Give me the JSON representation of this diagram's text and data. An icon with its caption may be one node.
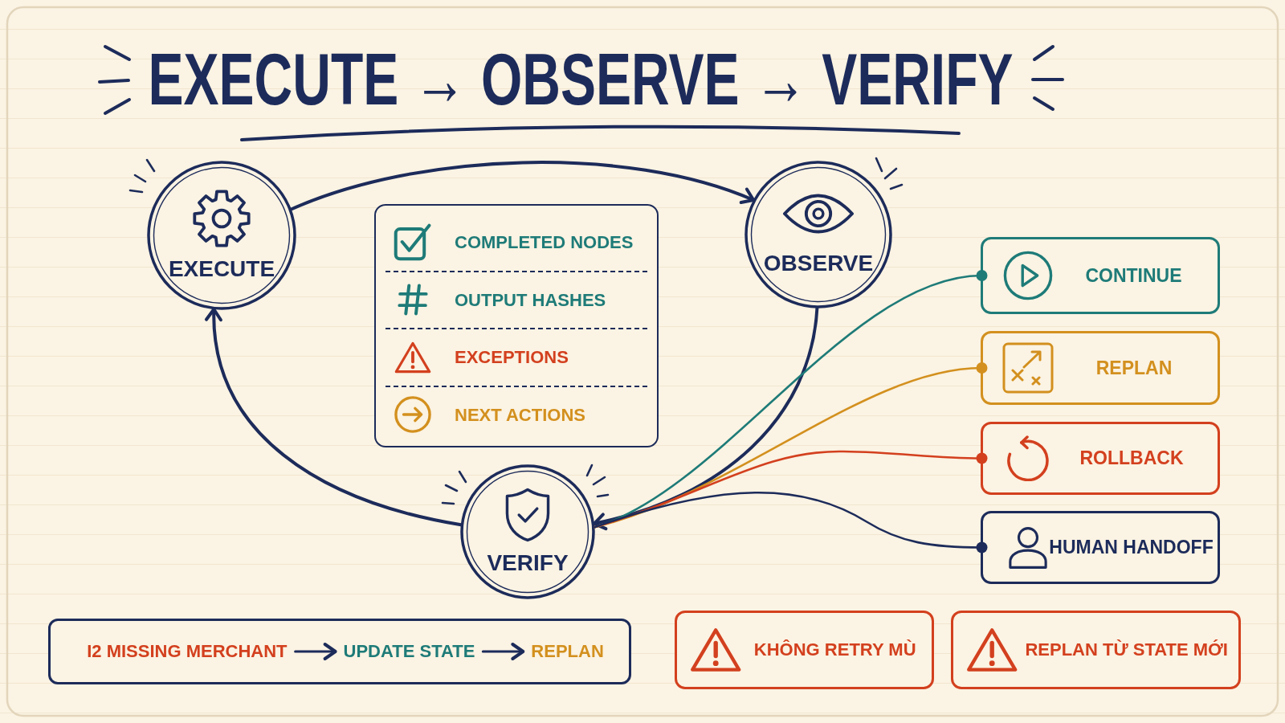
{
  "diagram": {
    "title": "EXECUTE → OBSERVE → VERIFY",
    "nodes": [
      {
        "text": [
          "EXECUTE"
        ]
      },
      {
        "text": [
          "OBSERVE"
        ]
      },
      {
        "text": [
          "VERIFY"
        ]
      },
      {
        "text": [
          "COMPLETED NODES",
          "OUTPUT HASHES",
          "EXCEPTIONS",
          "NEXT ACTIONS"
        ]
      },
      {
        "text": [
          "CONTINUE"
        ]
      },
      {
        "text": [
          "REPLAN"
        ]
      },
      {
        "text": [
          "ROLLBACK"
        ]
      },
      {
        "text": [
          "HUMAN HANDOFF"
        ]
      },
      {
        "text": [],
        "shape": "box"
      },
      {
        "text": [
          "I2 MISSING MERCHANT"
        ],
        "in": 8
      },
      {
        "text": [
          "UPDATE STATE"
        ],
        "in": 8
      },
      {
        "text": [
          "REPLAN"
        ],
        "in": 8
      },
      {
        "text": [
          "KHÔNG RETRY MÙ"
        ]
      },
      {
        "text": [
          "REPLAN TỪ STATE MỚI"
        ]
      }
    ],
    "edges": [
      {
        "from": 0,
        "to": 1,
        "arrow": "to"
      },
      {
        "from": 1,
        "to": 2,
        "arrow": "to"
      },
      {
        "from": 2,
        "to": 0,
        "arrow": "to"
      },
      {
        "from": 2,
        "to": 4,
        "arrow": "other",
        "color": "#1e7b78"
      },
      {
        "from": 2,
        "to": 5,
        "arrow": "other",
        "color": "#d3901e"
      },
      {
        "from": 2,
        "to": 6,
        "arrow": "other",
        "color": "#d3401e"
      },
      {
        "from": 2,
        "to": 7,
        "arrow": "other"
      },
      {
        "from": 9,
        "to": 10,
        "arrow": "to"
      },
      {
        "from": 10,
        "to": 11,
        "arrow": "to"
      }
    ]
  }
}
